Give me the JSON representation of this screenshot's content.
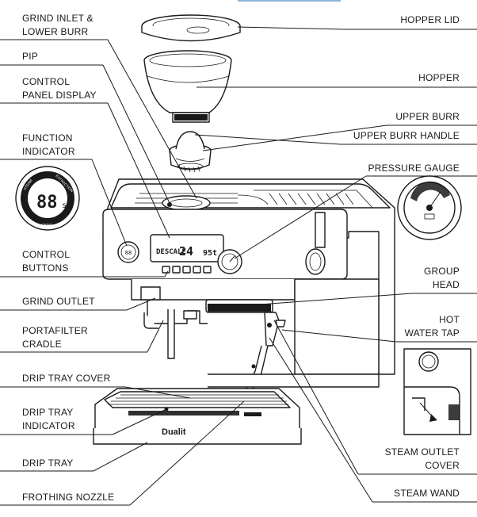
{
  "labels": {
    "grind_inlet": [
      "GRIND INLET &",
      "LOWER BURR"
    ],
    "pip": "PIP",
    "control_panel_display": [
      "CONTROL",
      "PANEL DISPLAY"
    ],
    "function_indicator": [
      "FUNCTION",
      "INDICATOR"
    ],
    "control_buttons": [
      "CONTROL",
      "BUTTONS"
    ],
    "grind_outlet": "GRIND OUTLET",
    "portafilter_cradle": [
      "PORTAFILTER",
      "CRADLE"
    ],
    "drip_tray_cover": "DRIP TRAY COVER",
    "drip_tray_indicator": [
      "DRIP TRAY",
      "INDICATOR"
    ],
    "drip_tray": "DRIP TRAY",
    "frothing_nozzle": "FROTHING NOZZLE",
    "hopper_lid": "HOPPER LID",
    "hopper": "HOPPER",
    "upper_burr": "UPPER BURR",
    "upper_burr_handle": "UPPER BURR HANDLE",
    "pressure_gauge": "PRESSURE GAUGE",
    "group_head": [
      "GROUP",
      "HEAD"
    ],
    "hot_water_tap": [
      "HOT",
      "WATER TAP"
    ],
    "steam_outlet_cover": [
      "STEAM OUTLET",
      "COVER"
    ],
    "steam_wand": "STEAM WAND"
  },
  "inset_indicator": {
    "display_value": "88",
    "unit": "s",
    "top_left_text": "STEAM",
    "top_right_text": "EXTRACTION",
    "bottom_text": "GRIND"
  },
  "panel_display": {
    "left_text": "DESCALE",
    "value": "24",
    "right_text": "95t"
  },
  "brand": "Dualit"
}
